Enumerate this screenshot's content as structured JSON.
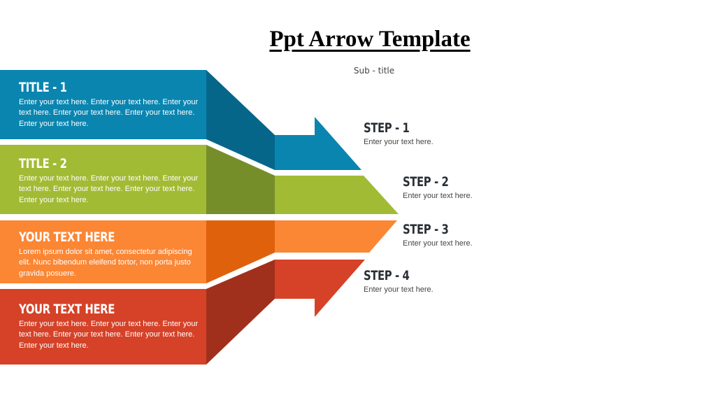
{
  "slide": {
    "title": "Ppt Arrow Template",
    "subtitle": "Sub - title"
  },
  "colors": {
    "blue": "#0a85b0",
    "blue_dark": "#06668a",
    "green": "#a1bb35",
    "green_dark": "#768e2a",
    "orange": "#fb8634",
    "orange_dark": "#e0610c",
    "red": "#d54228",
    "red_dark": "#a0301c",
    "step_text": "#2a2f35"
  },
  "bands": [
    {
      "heading": "TITLE - 1",
      "body": "Enter your text here. Enter your text here. Enter your text here. Enter your text here. Enter your text here. Enter your text here.",
      "color": "blue"
    },
    {
      "heading": "TITLE - 2",
      "body": "Enter your text here. Enter your text here. Enter your text here. Enter your text here. Enter your text here. Enter your text here.",
      "color": "green"
    },
    {
      "heading": "YOUR TEXT HERE",
      "body": "Lorem ipsum dolor sit amet, consectetur adipiscing elit. Nunc bibendum eleifend tortor, non porta justo gravida posuere.",
      "color": "orange"
    },
    {
      "heading": "YOUR TEXT HERE",
      "body": "Enter your text here. Enter your text here. Enter your text here. Enter your text here. Enter your text here. Enter your text here.",
      "color": "red"
    }
  ],
  "steps": [
    {
      "heading": "STEP - 1",
      "body": "Enter your text here."
    },
    {
      "heading": "STEP - 2",
      "body": "Enter your text here."
    },
    {
      "heading": "STEP - 3",
      "body": "Enter your text here."
    },
    {
      "heading": "STEP - 4",
      "body": "Enter your text here."
    }
  ]
}
